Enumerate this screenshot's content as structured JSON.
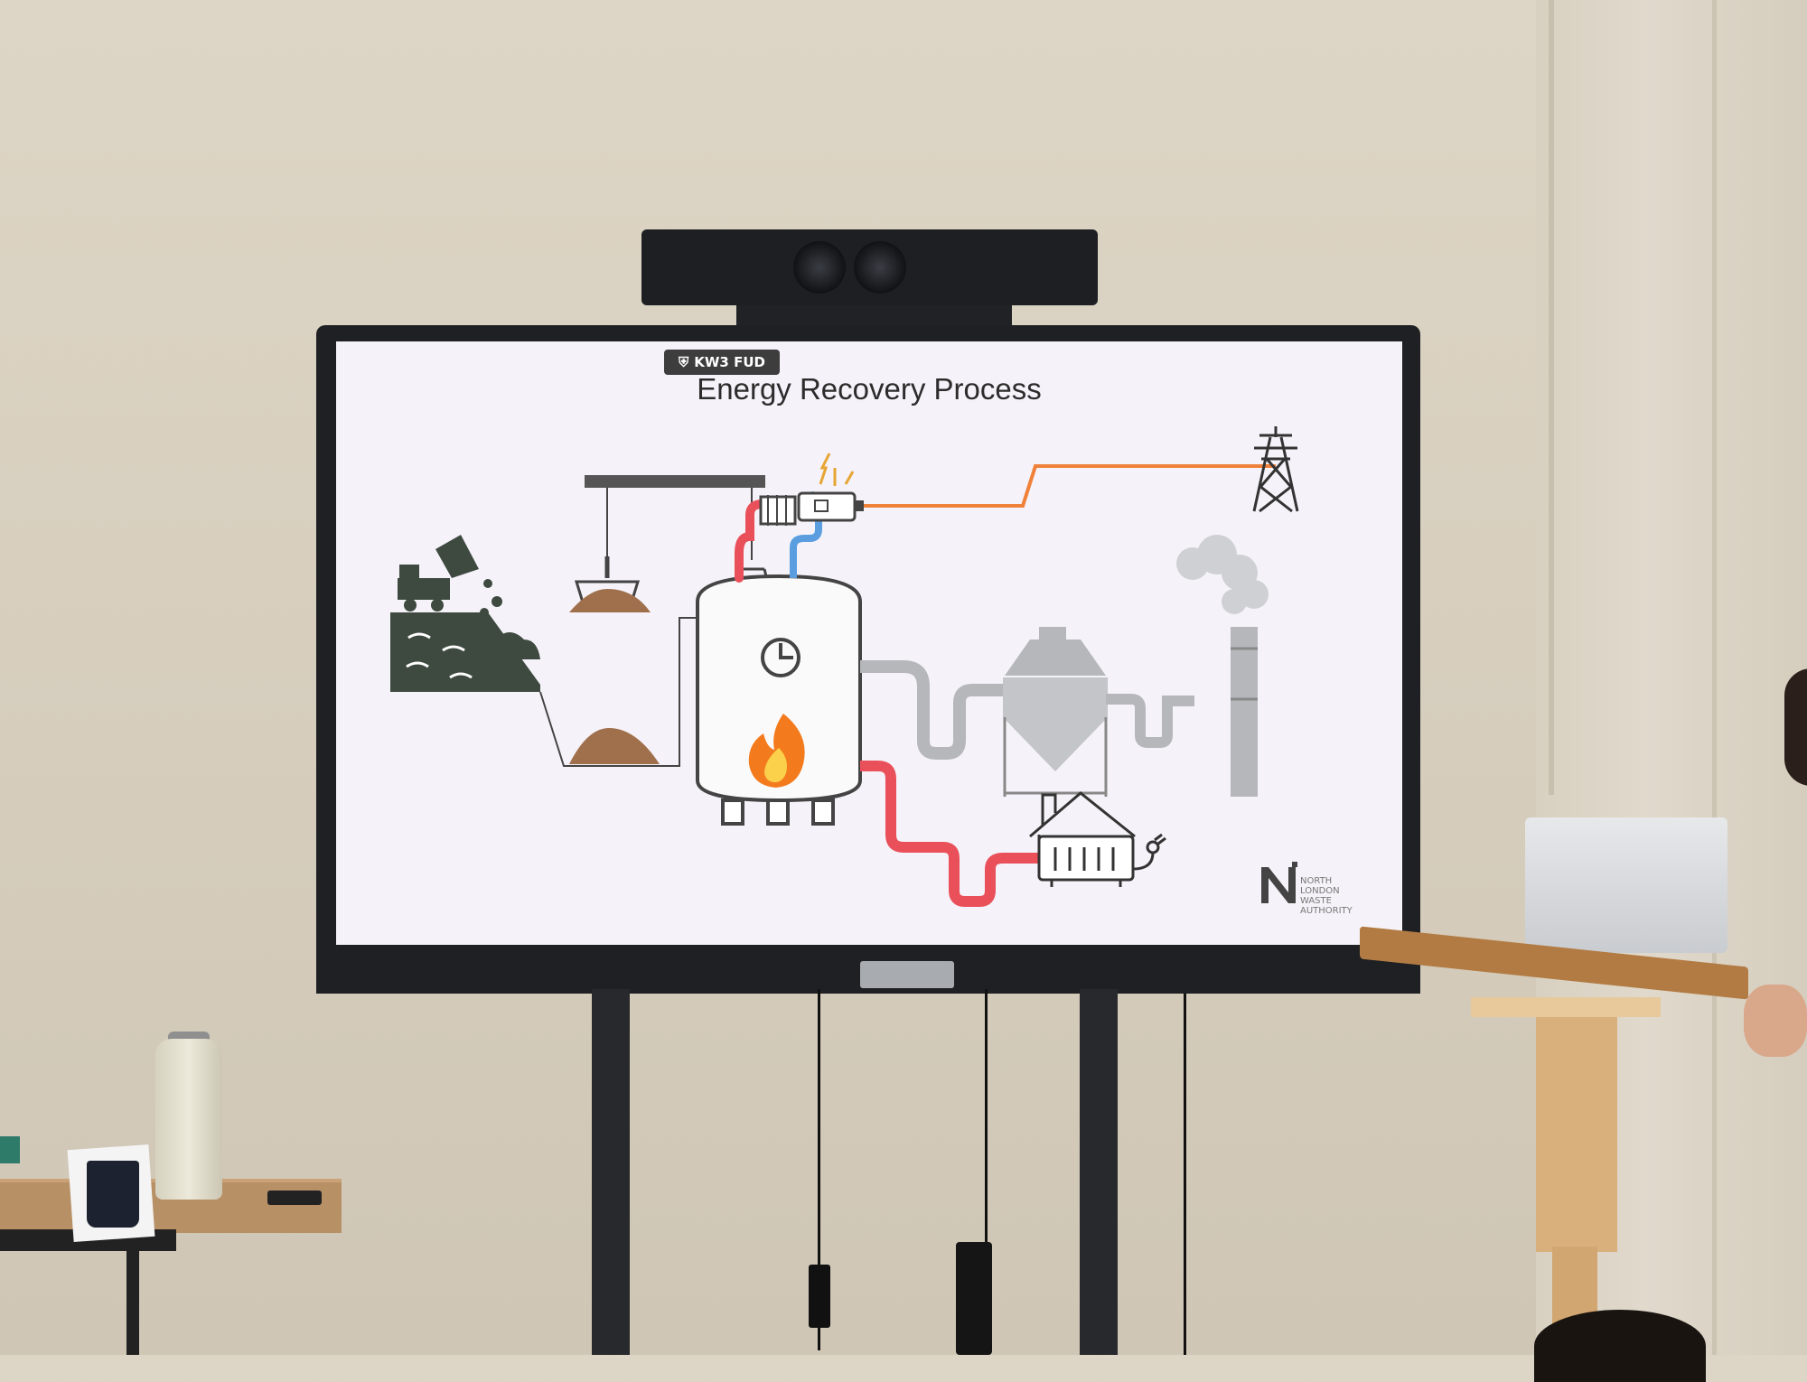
{
  "slide": {
    "badge": "KW3 FUD",
    "title": "Energy Recovery Process",
    "logo_lines": [
      "NORTH",
      "LONDON",
      "WASTE",
      "AUTHORITY"
    ],
    "logo_mark": "N"
  },
  "colors": {
    "steam_red": "#e9505a",
    "water_blue": "#5a9ee0",
    "power_orange": "#f0813a",
    "dark_green": "#3e4a40",
    "waste_brown": "#a0704c",
    "flame_orange": "#f47a1e",
    "pipe_grey": "#b5b7bb"
  },
  "icons": [
    "truck-icon",
    "crane-icon",
    "boiler-icon",
    "flame-icon",
    "turbine-icon",
    "pylon-icon",
    "chimney-icon",
    "filter-icon",
    "house-icon",
    "radiator-icon",
    "plug-icon",
    "lightning-icon",
    "camera-icon"
  ]
}
